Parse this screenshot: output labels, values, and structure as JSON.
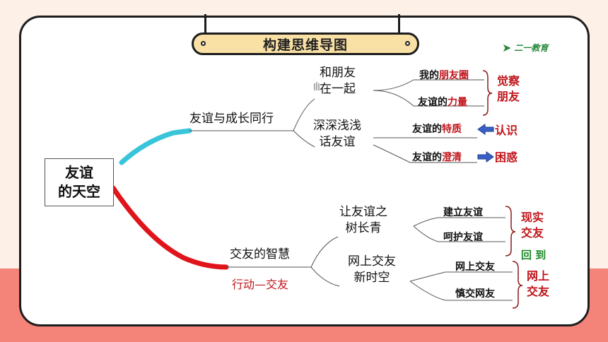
{
  "title": "构建思维导图",
  "logo_text": "二一教育",
  "root": [
    "友谊",
    "的天空"
  ],
  "branch_top": "友谊与成长同行",
  "branch_bottom": "交友的智慧",
  "branch_bottom_note": "行动—交友",
  "sub1": [
    "和朋友",
    "在一起"
  ],
  "sub2": [
    "深深浅浅",
    "话友谊"
  ],
  "sub3": [
    "让友谊之",
    "树长青"
  ],
  "sub4": [
    "网上交友",
    "新时空"
  ],
  "leaf1": {
    "a": "我的",
    "b": "朋友圈"
  },
  "leaf2": {
    "a": "友谊的",
    "b": "力量"
  },
  "leaf3": {
    "a": "友谊的",
    "b": "特质"
  },
  "leaf4": {
    "a": "友谊的",
    "b": "澄清"
  },
  "leaf5": "建立友谊",
  "leaf6": "呵护友谊",
  "leaf7": "网上交友",
  "leaf8": "慎交网友",
  "note1": [
    "觉察",
    "朋友"
  ],
  "note2": "认识",
  "note3": "困惑",
  "note4": [
    "现实",
    "交友"
  ],
  "note5": "回 到",
  "note6": [
    "网上",
    "交友"
  ],
  "colors": {
    "accent_red": "#c0151b",
    "accent_green": "#1e8a2a",
    "branch_teal": "#38c4d9",
    "branch_red": "#e0141b",
    "pill": "#f9e0a4"
  }
}
